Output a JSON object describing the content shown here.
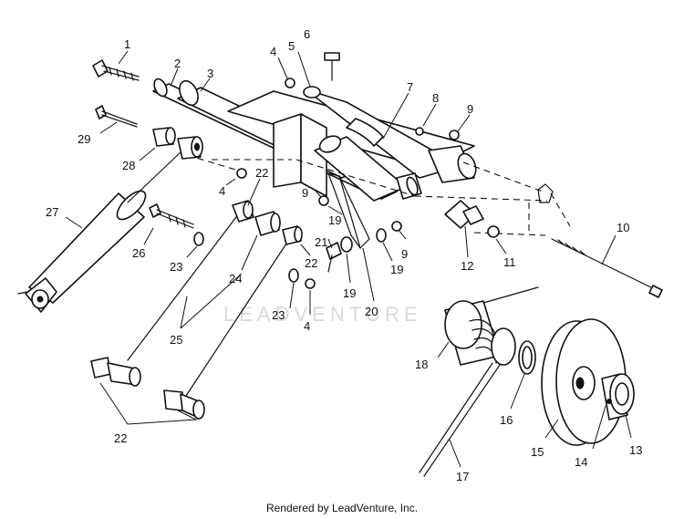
{
  "watermark": "LEADVENTURE",
  "credit": "Rendered by LeadVenture, Inc.",
  "callouts": [
    {
      "id": "c1",
      "label": "1"
    },
    {
      "id": "c2",
      "label": "2"
    },
    {
      "id": "c3",
      "label": "3"
    },
    {
      "id": "c4a",
      "label": "4"
    },
    {
      "id": "c5",
      "label": "5"
    },
    {
      "id": "c6",
      "label": "6"
    },
    {
      "id": "c7",
      "label": "7"
    },
    {
      "id": "c8",
      "label": "8"
    },
    {
      "id": "c9a",
      "label": "9"
    },
    {
      "id": "c29",
      "label": "29"
    },
    {
      "id": "c28",
      "label": "28"
    },
    {
      "id": "c22a",
      "label": "22"
    },
    {
      "id": "c4b",
      "label": "4"
    },
    {
      "id": "c9b",
      "label": "9"
    },
    {
      "id": "c27",
      "label": "27"
    },
    {
      "id": "c26",
      "label": "26"
    },
    {
      "id": "c23a",
      "label": "23"
    },
    {
      "id": "c19a",
      "label": "19"
    },
    {
      "id": "c21",
      "label": "21"
    },
    {
      "id": "c22b",
      "label": "22"
    },
    {
      "id": "c19b",
      "label": "19"
    },
    {
      "id": "c9c",
      "label": "9"
    },
    {
      "id": "c19c",
      "label": "19"
    },
    {
      "id": "c20",
      "label": "20"
    },
    {
      "id": "c24",
      "label": "24"
    },
    {
      "id": "c23b",
      "label": "23"
    },
    {
      "id": "c4c",
      "label": "4"
    },
    {
      "id": "c25",
      "label": "25"
    },
    {
      "id": "c10",
      "label": "10"
    },
    {
      "id": "c11",
      "label": "11"
    },
    {
      "id": "c12",
      "label": "12"
    },
    {
      "id": "c18",
      "label": "18"
    },
    {
      "id": "c16",
      "label": "16"
    },
    {
      "id": "c15",
      "label": "15"
    },
    {
      "id": "c14",
      "label": "14"
    },
    {
      "id": "c13",
      "label": "13"
    },
    {
      "id": "c17",
      "label": "17"
    },
    {
      "id": "c22c",
      "label": "22"
    }
  ]
}
